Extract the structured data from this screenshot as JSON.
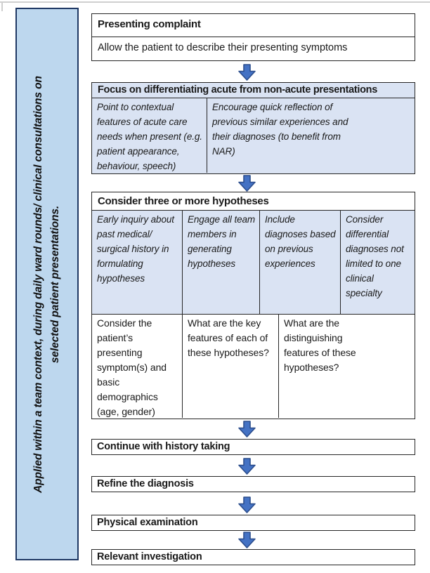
{
  "colors": {
    "sidebar_fill": "#bdd7ee",
    "sidebar_border": "#1f3864",
    "cell_fill": "#dae3f3",
    "box_border": "#262626",
    "arrow_fill": "#4472c4",
    "arrow_outline": "#2b4d8c"
  },
  "sidebar": {
    "caption": "Applied within a team context, during daily ward rounds/ clinical consultations on selected patient presentations.",
    "caption_lines": [
      "Applied within a team context, during daily ward rounds/ clinical consultations on",
      "selected patient presentations."
    ]
  },
  "flow": {
    "presenting_complaint": {
      "title": "Presenting complaint",
      "body": "Allow the patient to describe their presenting symptoms"
    },
    "acute_focus": {
      "title": "Focus on differentiating acute from non-acute presentations",
      "cells": [
        "Point to contextual features of acute care needs when present (e.g. patient appearance, behaviour, speech)",
        "Encourage quick reflection of previous similar experiences and their diagnoses (to benefit from NAR)"
      ]
    },
    "hypotheses": {
      "title": "Consider three or more hypotheses",
      "prompts": [
        "Early inquiry about past medical/ surgical history in formulating hypotheses",
        "Engage all team members in generating hypotheses",
        "Include diagnoses based on previous experiences",
        "Consider differential diagnoses not limited to one clinical specialty"
      ],
      "questions": [
        "Consider the patient’s presenting symptom(s) and basic demographics (age, gender)",
        "What are the key features of each of these hypotheses?",
        "What are the distinguishing features of these hypotheses?"
      ]
    },
    "steps": [
      "Continue with history taking",
      "Refine the diagnosis",
      "Physical examination",
      "Relevant investigation"
    ]
  }
}
